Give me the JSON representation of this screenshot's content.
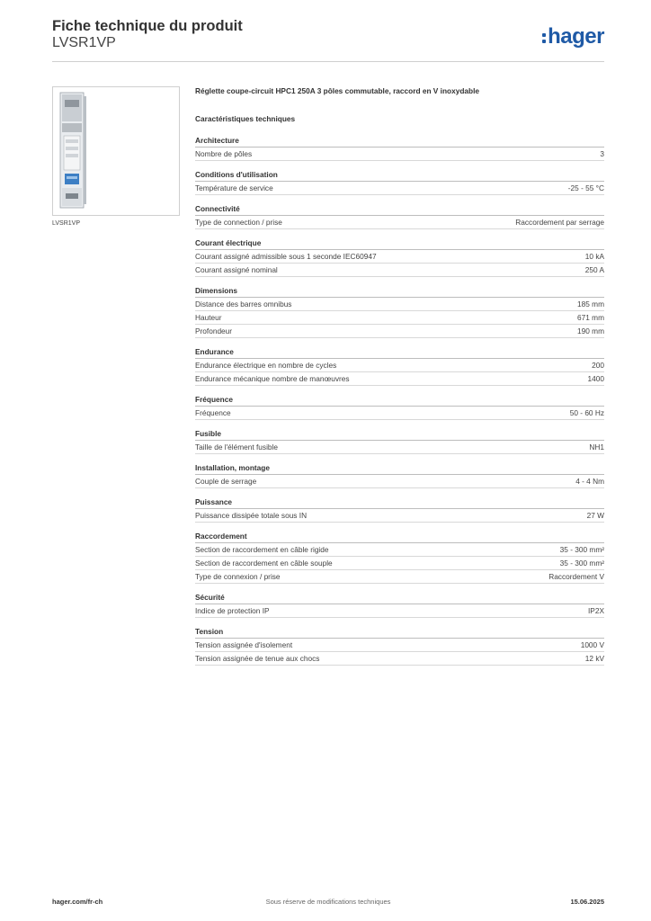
{
  "header": {
    "title": "Fiche technique du produit",
    "reference": "LVSR1VP",
    "logo_text": "hager",
    "brand_color": "#1f5aa6"
  },
  "product": {
    "image_icon": "fuse-switch-product-photo",
    "caption": "LVSR1VP",
    "description": "Réglette coupe-circuit HPC1 250A 3 pôles commutable, raccord en V inoxydable"
  },
  "section_heading": "Caractéristiques techniques",
  "groups": [
    {
      "title": "Architecture",
      "rows": [
        {
          "label": "Nombre de pôles",
          "value": "3"
        }
      ]
    },
    {
      "title": "Conditions d'utilisation",
      "rows": [
        {
          "label": "Température de service",
          "value": "-25 - 55 °C"
        }
      ]
    },
    {
      "title": "Connectivité",
      "rows": [
        {
          "label": "Type de connection / prise",
          "value": "Raccordement par serrage"
        }
      ]
    },
    {
      "title": "Courant électrique",
      "rows": [
        {
          "label": "Courant assigné admissible sous 1 seconde IEC60947",
          "value": "10 kA"
        },
        {
          "label": "Courant assigné nominal",
          "value": "250 A"
        }
      ]
    },
    {
      "title": "Dimensions",
      "rows": [
        {
          "label": "Distance des barres omnibus",
          "value": "185 mm"
        },
        {
          "label": "Hauteur",
          "value": "671 mm"
        },
        {
          "label": "Profondeur",
          "value": "190 mm"
        }
      ]
    },
    {
      "title": "Endurance",
      "rows": [
        {
          "label": "Endurance électrique en nombre de cycles",
          "value": "200"
        },
        {
          "label": "Endurance mécanique nombre de manœuvres",
          "value": "1400"
        }
      ]
    },
    {
      "title": "Fréquence",
      "rows": [
        {
          "label": "Fréquence",
          "value": "50 - 60 Hz"
        }
      ]
    },
    {
      "title": "Fusible",
      "rows": [
        {
          "label": "Taille de l'élément fusible",
          "value": "NH1"
        }
      ]
    },
    {
      "title": "Installation, montage",
      "rows": [
        {
          "label": "Couple de serrage",
          "value": "4 - 4 Nm"
        }
      ]
    },
    {
      "title": "Puissance",
      "rows": [
        {
          "label": "Puissance dissipée totale sous IN",
          "value": "27 W"
        }
      ]
    },
    {
      "title": "Raccordement",
      "rows": [
        {
          "label": "Section de raccordement en câble rigide",
          "value": "35 - 300 mm²"
        },
        {
          "label": "Section de raccordement en câble souple",
          "value": "35 - 300 mm²"
        },
        {
          "label": "Type de connexion / prise",
          "value": "Raccordement V"
        }
      ]
    },
    {
      "title": "Sécurité",
      "rows": [
        {
          "label": "Indice de protection IP",
          "value": "IP2X"
        }
      ]
    },
    {
      "title": "Tension",
      "rows": [
        {
          "label": "Tension assignée d'isolement",
          "value": "1000 V"
        },
        {
          "label": "Tension assignée de tenue aux chocs",
          "value": "12 kV"
        }
      ]
    }
  ],
  "footer": {
    "website": "hager.com/fr-ch",
    "disclaimer": "Sous réserve de modifications techniques",
    "date": "15.06.2025"
  }
}
